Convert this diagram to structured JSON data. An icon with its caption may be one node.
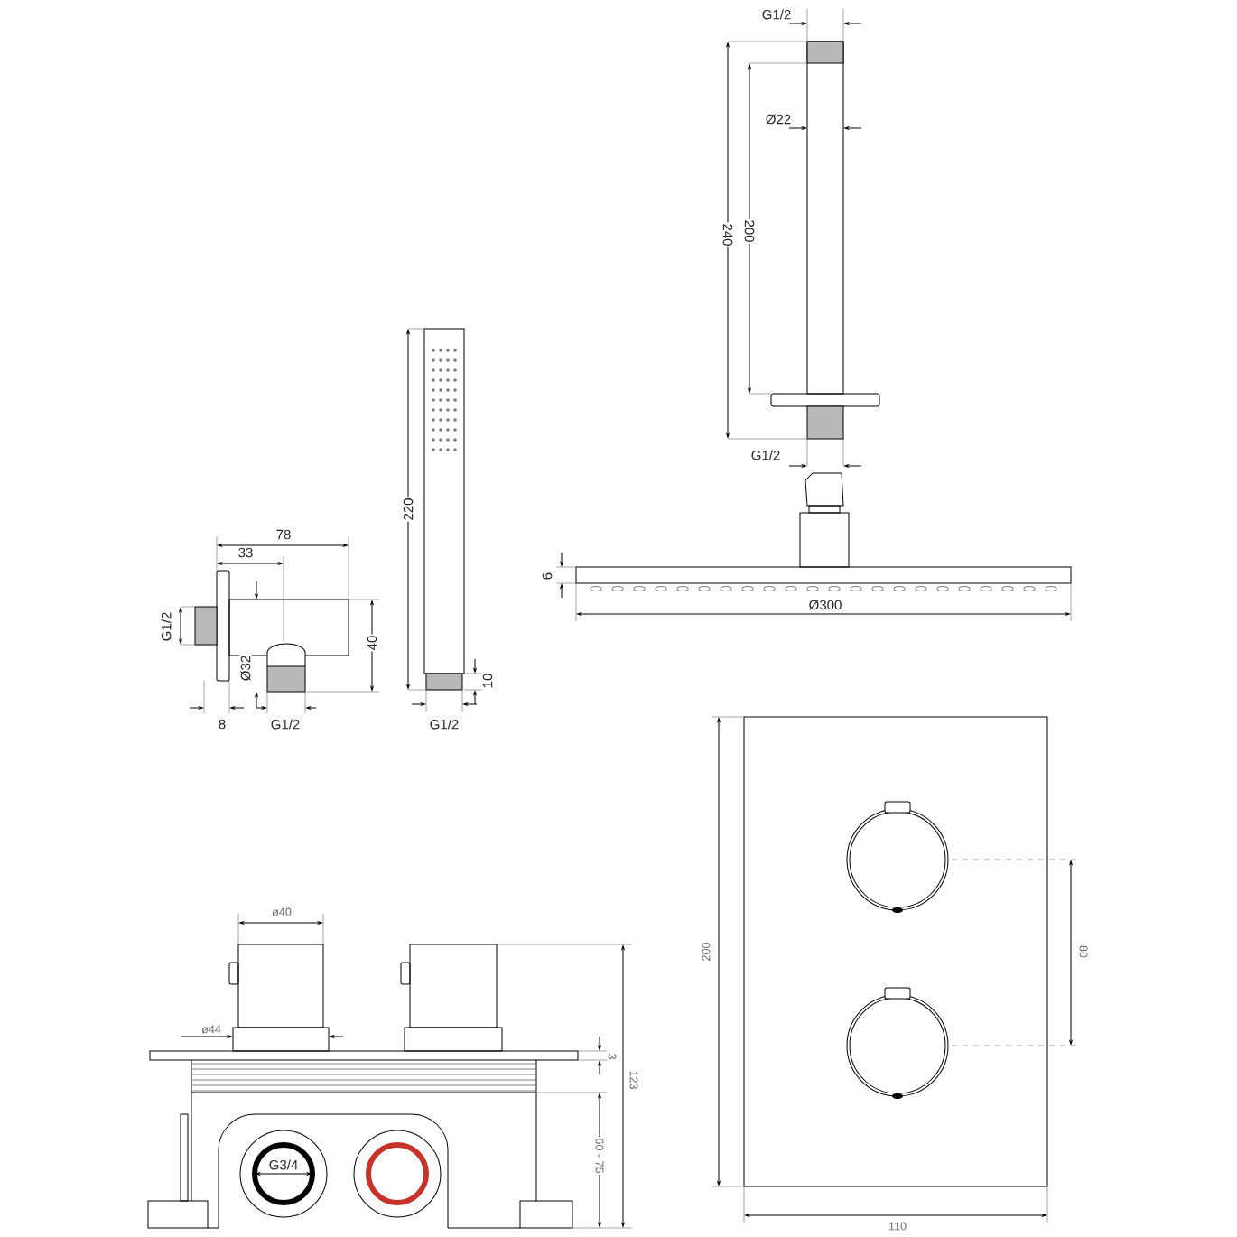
{
  "diagram": {
    "labels": [
      "G1/2",
      "Ø22",
      "240",
      "200",
      "220",
      "G1/2",
      "78",
      "33",
      "9",
      "G1/2",
      "Ø300",
      "40",
      "Ø32",
      "10",
      "8",
      "G1/2",
      "G1/2",
      "200",
      "ø40",
      "80",
      "ø44",
      "3",
      "123",
      "60 - 75",
      "G3/4",
      "110"
    ]
  }
}
